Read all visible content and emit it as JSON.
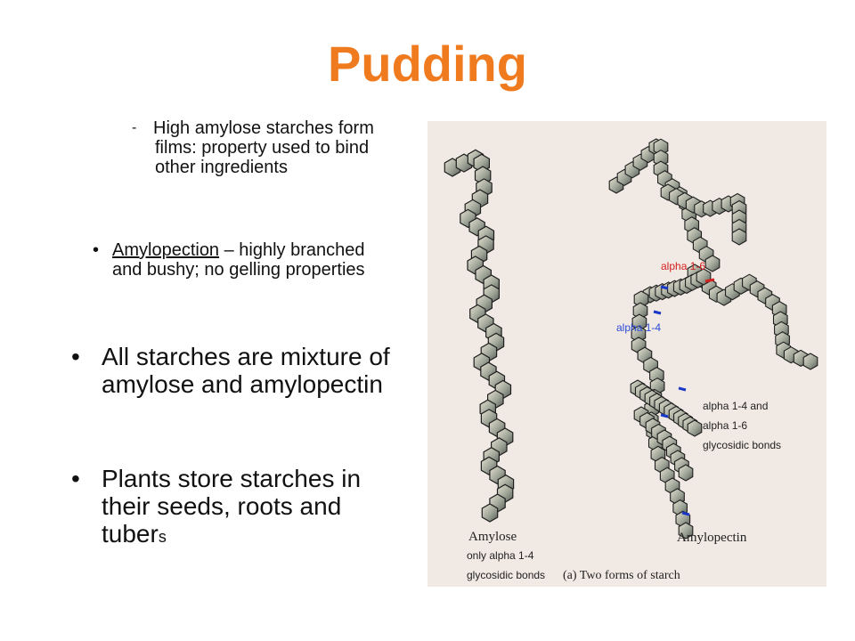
{
  "slide": {
    "title": "Pudding",
    "sub_dash": "-",
    "sub_text": "High amylose starches form films: property used to bind other ingredients",
    "sub2_bullet": "•",
    "sub2_term": "Amylopection",
    "sub2_rest": " – highly branched and bushy; no gelling properties",
    "main_bullet": "•",
    "main1": "All starches are mixture of amylose and amylopectin",
    "main2_text": "Plants store starches in their seeds, roots and tuber",
    "main2_last": "s"
  },
  "figure": {
    "label_alpha16": "alpha 1-6",
    "label_alpha14": "alpha 1-4",
    "bonds_line1": "alpha 1-4 and",
    "bonds_line2": "alpha 1-6",
    "bonds_line3": "glycosidic  bonds",
    "amylose_title": "Amylose",
    "amylose_line1": "only alpha 1-4",
    "amylose_line2": "glycosidic  bonds",
    "caption": "(a) Two forms of starch",
    "amylopectin_title": "Amylopectin",
    "colors": {
      "red_bond": "#d42020",
      "blue_bond": "#1a38c8",
      "red_label": "#d42020",
      "blue_label": "#2a4ad6"
    }
  }
}
